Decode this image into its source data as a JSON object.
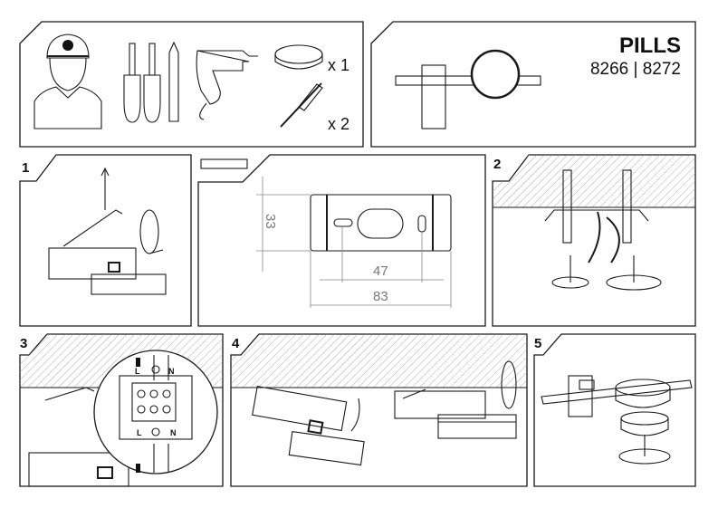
{
  "product": {
    "name": "PILLS",
    "codes": "8266 | 8272"
  },
  "tools": {
    "qty_fixture": "x 1",
    "qty_plugs": "x 2"
  },
  "dimensions": {
    "height": "33",
    "hole_spacing": "47",
    "length": "83"
  },
  "steps": [
    {
      "number": "1"
    },
    {
      "number": "2"
    },
    {
      "number": "3",
      "terminal_labels": [
        "L",
        "N",
        "L",
        "N"
      ]
    },
    {
      "number": "4"
    },
    {
      "number": "5"
    }
  ],
  "colors": {
    "line": "#1a1a1a",
    "dimension": "#888888"
  }
}
